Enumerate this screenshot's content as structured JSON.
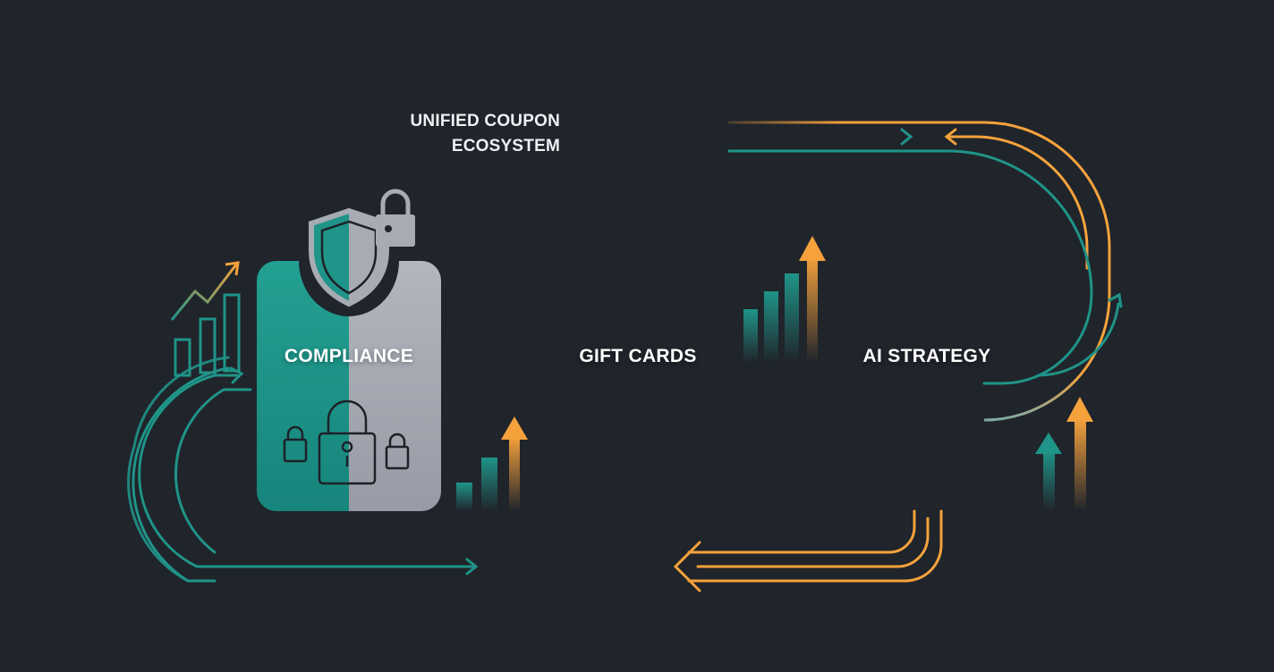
{
  "header": {
    "title_line1": "UNIFIED COUPON",
    "title_line2": "ECOSYSTEM",
    "icon": "cloud-network-icon"
  },
  "colors": {
    "background": "#20242b",
    "teal": "#1f9488",
    "orange": "#f5a23c",
    "gray": "#a7abb4",
    "outline": "#1c2128",
    "text": "#ffffff"
  },
  "cards": [
    {
      "id": "compliance",
      "label": "COMPLIANCE",
      "top_icon": "shield-icon",
      "corner_icon": "padlock-icon",
      "bottom_icon": "padlocks-icon",
      "left_color": "#1f9488",
      "right_color": "#a7abb4"
    },
    {
      "id": "gift-cards",
      "label": "GIFT CARDS",
      "top_icon": "gift-boxes-icon",
      "bottom_icon": "credit-cards-icon",
      "left_color": "#1f9488",
      "right_color": "#f5a23c"
    },
    {
      "id": "ai-strategy",
      "label": "AI STRATEGY",
      "top_icon": "brain-circuit-icon",
      "corner_icon": "gears-icon",
      "bottom_icon": "gears-icon",
      "left_color": "#1f9488",
      "right_color": "#a7abb4"
    }
  ],
  "decorations": {
    "growth_chart_left": "bar-chart-trend-icon",
    "growth_bars_between": "bar-chart-up-arrow-icon",
    "flow_arrows": "flow-arrow-icon",
    "loop_paths": "cycle-loop-icon"
  }
}
